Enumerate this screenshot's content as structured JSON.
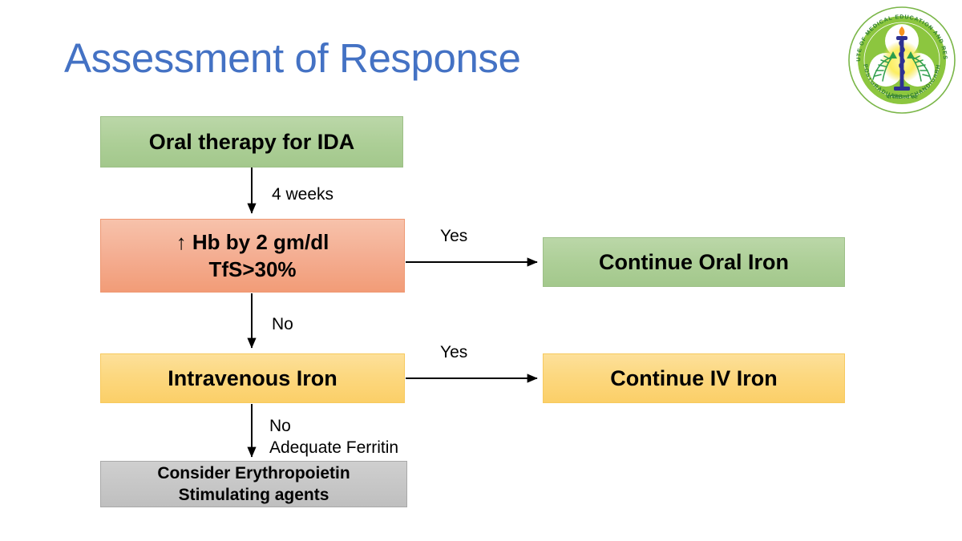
{
  "slide": {
    "title": "Assessment of Response",
    "title_color": "#4472C4",
    "background": "#FFFFFF"
  },
  "logo": {
    "name": "pgimer-chandigarh-logo",
    "ring_text": "POSTGRADUATE INSTITUTE OF MEDICAL EDUCATION AND RESEARCH CHANDIGARH",
    "ring_text_top": "INSTITUTE OF MEDICAL EDUCATION AND",
    "ring_text_bottom": "POSTGRADUATE",
    "ring_text_right": "RESEARCH CHANDIGARH",
    "motto": "भी सेवा परमो धर्मः",
    "colors": {
      "ring": "#7AB648",
      "disc": "#8CC63F",
      "leaf": "#2E9E4C",
      "caduceus": "#2E3192",
      "flame": "#F7941E",
      "glow": "#FFF200"
    }
  },
  "flowchart": {
    "nodes": [
      {
        "id": "oral-therapy",
        "lines": [
          "Oral therapy for IDA"
        ],
        "fill": "#ACCE96",
        "shape": "rectangle"
      },
      {
        "id": "response-check",
        "lines": [
          "↑ Hb by 2 gm/dl",
          "TfS>30%"
        ],
        "fill": "#F4AE92",
        "shape": "rectangle"
      },
      {
        "id": "continue-oral-iron",
        "lines": [
          "Continue Oral Iron"
        ],
        "fill": "#ACCE96",
        "shape": "rectangle"
      },
      {
        "id": "intravenous-iron",
        "lines": [
          "Intravenous Iron"
        ],
        "fill": "#FCD880",
        "shape": "rectangle"
      },
      {
        "id": "continue-iv-iron",
        "lines": [
          "Continue IV Iron"
        ],
        "fill": "#FCD880",
        "shape": "rectangle"
      },
      {
        "id": "consider-esa",
        "lines": [
          "Consider Erythropoietin",
          "Stimulating agents"
        ],
        "fill": "#C7C7C7",
        "shape": "rectangle"
      }
    ],
    "edges": [
      {
        "id": "oral-to-check",
        "from": "oral-therapy",
        "to": "response-check",
        "label": "4 weeks",
        "direction": "down"
      },
      {
        "id": "check-to-oral-cont",
        "from": "response-check",
        "to": "continue-oral-iron",
        "label": "Yes",
        "direction": "right"
      },
      {
        "id": "check-to-iv",
        "from": "response-check",
        "to": "intravenous-iron",
        "label": "No",
        "direction": "down"
      },
      {
        "id": "iv-to-iv-cont",
        "from": "intravenous-iron",
        "to": "continue-iv-iron",
        "label": "Yes",
        "direction": "right"
      },
      {
        "id": "iv-to-esa",
        "from": "intravenous-iron",
        "to": "consider-esa",
        "label": "No",
        "label2": "Adequate Ferritin",
        "direction": "down"
      }
    ],
    "edge_labels": {
      "four_weeks": "4 weeks",
      "yes_top": "Yes",
      "no_mid": "No",
      "yes_mid": "Yes",
      "no_bottom": "No",
      "adequate_ferritin": "Adequate Ferritin"
    }
  }
}
